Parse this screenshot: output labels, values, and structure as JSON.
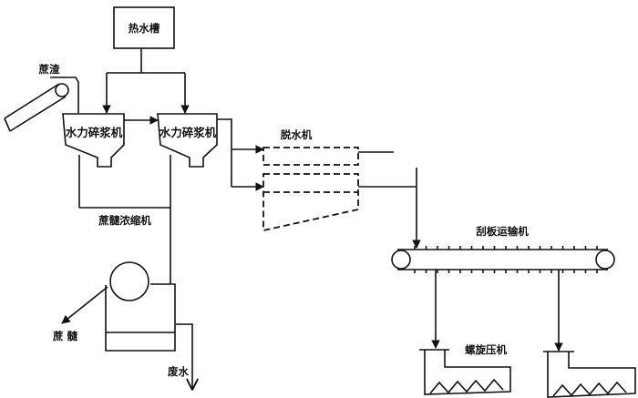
{
  "diagram": {
    "type": "process-flow",
    "language": "zh",
    "labels": {
      "hot_water_tank": "热水槽",
      "bagasse": "蔗渣",
      "pulper_1": "水力碎浆机",
      "pulper_2": "水力碎浆机",
      "pith_thickener": "蔗髓浓缩机",
      "pith": "蔗 髓",
      "waste_water": "废水",
      "dewatering_machine": "脱水机",
      "scraper_conveyor": "刮板运输机",
      "screw_press": "螺旋压机"
    },
    "flows": [
      {
        "from": "热水槽",
        "to": "水力碎浆机 (1)"
      },
      {
        "from": "热水槽",
        "to": "水力碎浆机 (2)"
      },
      {
        "from": "蔗渣",
        "to": "水力碎浆机 (1)"
      },
      {
        "from": "水力碎浆机 (1)",
        "to": "水力碎浆机 (2)"
      },
      {
        "from": "水力碎浆机 (2)",
        "to": "脱水机"
      },
      {
        "from": "水力碎浆机",
        "to": "蔗髓浓缩机"
      },
      {
        "from": "蔗髓浓缩机",
        "to": "蔗髓"
      },
      {
        "from": "蔗髓浓缩机",
        "to": "废水"
      },
      {
        "from": "脱水机",
        "to": "刮板运输机"
      },
      {
        "from": "刮板运输机",
        "to": "螺旋压机"
      }
    ],
    "colors": {
      "line": "#111111",
      "background": "#ffffff"
    }
  }
}
